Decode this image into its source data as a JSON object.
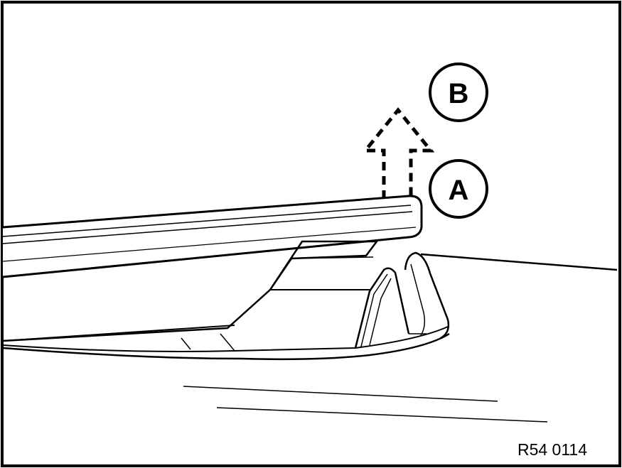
{
  "diagram": {
    "callouts": [
      {
        "id": "A",
        "label": "A"
      },
      {
        "id": "B",
        "label": "B"
      }
    ],
    "reference_code": "R54 0114",
    "arrow": {
      "style": "dashed",
      "direction": "up"
    }
  }
}
